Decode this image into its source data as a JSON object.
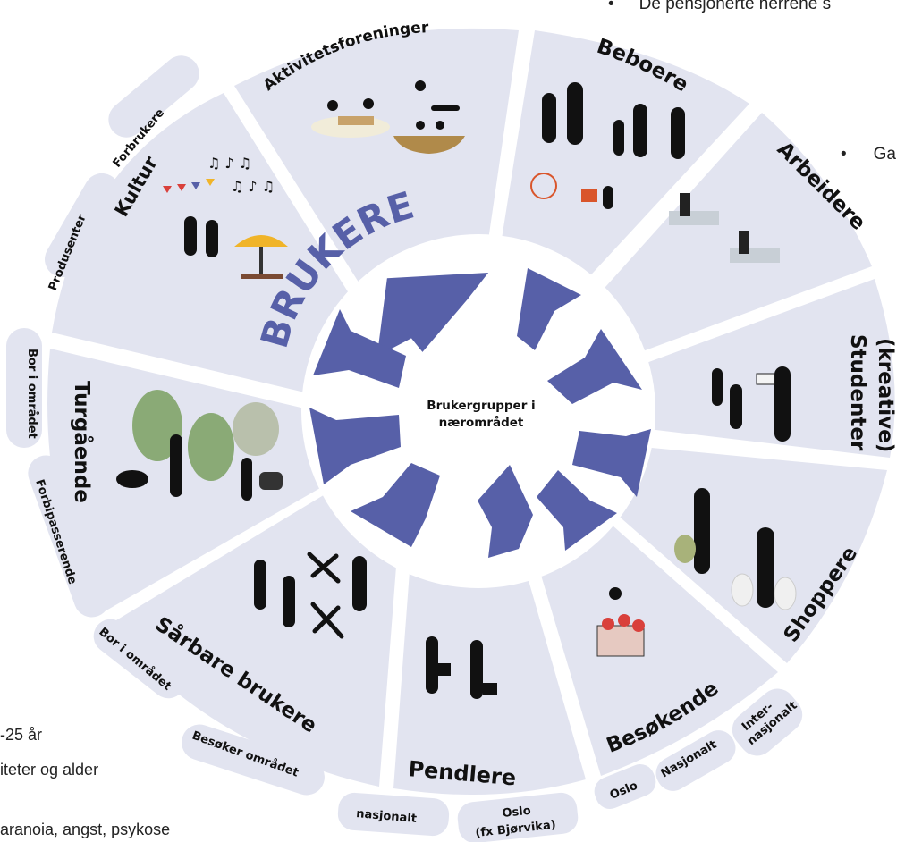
{
  "background_text": {
    "bullet_top": "De pensjonerte herrene s",
    "bullet_right": "Ga",
    "line_age": "-25 år",
    "line_activities": "iteter og alder",
    "line_bottom": "aranoia, angst, psykose"
  },
  "diagram": {
    "title": "BRUKERE",
    "center_label_line1": "Brukergrupper i",
    "center_label_line2": "nærområdet",
    "segments": {
      "aktivitetsforeninger": "Aktivitetsforeninger",
      "beboere": "Beboere",
      "arbeidere": "Arbeidere",
      "studenter_line1": "(kreative)",
      "studenter_line2": "Studenter",
      "shoppere": "Shoppere",
      "besokende": "Besøkende",
      "pendlere": "Pendlere",
      "sarbare": "Sårbare brukere",
      "turgaende": "Turgående",
      "kultur": "Kultur"
    },
    "sub_tabs": {
      "forbrukere": "Forbrukere",
      "produsenter": "Produsenter",
      "bor_i_omradet_left": "Bor i området",
      "forbipasserende": "Forbipasserende",
      "bor_i_omradet_sarbare": "Bor i området",
      "besoker_omradet": "Besøker området",
      "nasjonalt_pendlere": "nasjonalt",
      "oslo_line1": "Oslo",
      "oslo_line2": "(fx Bjørvika)",
      "oslo_besokende": "Oslo",
      "nasjonalt_besokende": "Nasjonalt",
      "internasjonalt_line1": "Inter-",
      "internasjonalt_line2": "nasjonalt"
    },
    "colors": {
      "segment_fill": "#e2e4f0",
      "arrow_fill": "#5760a8",
      "title_color": "#5760a8"
    }
  }
}
